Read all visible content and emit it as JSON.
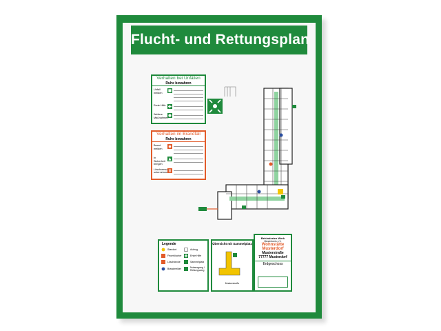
{
  "plan": {
    "title": "Flucht- und Rettungsplan",
    "colors": {
      "frame": "#1f8a3c",
      "fire": "#e25b2a",
      "escape": "#2fa84f"
    },
    "accidents": {
      "title": "Verhalten bei Unfällen",
      "subtitle": "Ruhe bewahren",
      "rows": [
        "Unfall melden",
        "Erste Hilfe",
        "Weitere Maßnahmen"
      ]
    },
    "fire": {
      "title": "Verhalten im Brandfall",
      "subtitle": "Ruhe bewahren",
      "rows": [
        "Brand melden",
        "In Sicherheit bringen",
        "Löschversuch unternehmen"
      ]
    },
    "legend": {
      "title": "Legende",
      "items": [
        "Standort",
        "Aufzug",
        "Feuerlöscher",
        "Erste Hilfe",
        "Löschdecke",
        "Sammelplatz",
        "Brandmelder",
        "Notausgang / Rettungsweg"
      ]
    },
    "overview": {
      "title": "Übersicht mit Sammelplatz",
      "street": "Musterstraße"
    },
    "info": {
      "line1": "Behinderten Werk",
      "line2": "Musterkreis e.V.",
      "name1": "Wohnstätte",
      "name2": "Musterdorf",
      "street": "Musterstraße",
      "city": "77777 Musterdorf",
      "floor": "Erdgeschoss"
    }
  }
}
